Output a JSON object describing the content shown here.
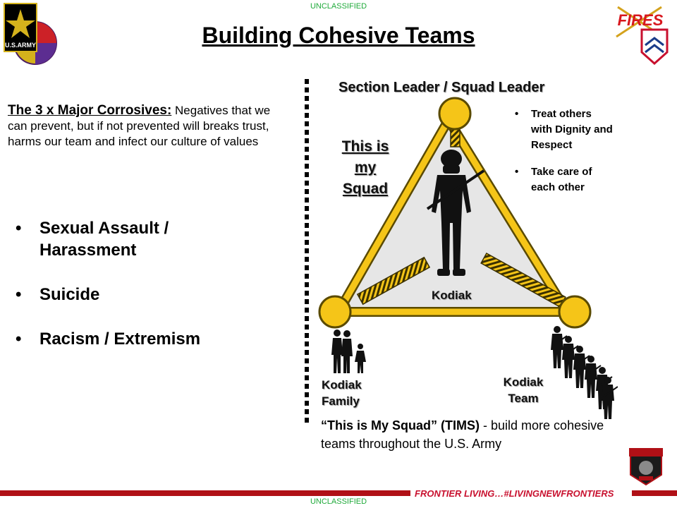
{
  "header": {
    "classification": "UNCLASSIFIED",
    "title": "Building Cohesive Teams",
    "army_logo_text": "U.S.ARMY",
    "fires_logo_text": "FIRES"
  },
  "left": {
    "corrosives_lead": "The 3 x Major Corrosives:",
    "corrosives_text": " Negatives that we can prevent, but if not prevented will breaks trust, harms our team and infect our culture of values",
    "items": [
      {
        "bullet": "•",
        "text": "Sexual Assault / Harassment"
      },
      {
        "bullet": "•",
        "text": "Suicide"
      },
      {
        "bullet": "•",
        "text": "Racism / Extremism"
      }
    ]
  },
  "diagram": {
    "top_label": "Section Leader / Squad Leader",
    "tims_line1": "This is",
    "tims_line2": "my",
    "tims_line3": "Squad",
    "right_bullets": [
      {
        "bullet": "•",
        "text": "Treat others with Dignity and Respect"
      },
      {
        "bullet": "•",
        "text": "Take care of each other"
      }
    ],
    "center_label": "Kodiak",
    "family_line1": "Kodiak",
    "family_line2": "Family",
    "team_line1": "Kodiak",
    "team_line2": "Team",
    "caption_bold": "“This is My Squad” (TIMS)",
    "caption_rest": " - build more cohesive teams throughout the U.S. Army",
    "colors": {
      "frame": "#f5c518",
      "frame_dark": "#5a4a00",
      "fill": "#e6e6e6"
    }
  },
  "footer": {
    "classification": "UNCLASSIFIED",
    "slogan": "FRONTIER LIVING…#LIVINGNEWFRONTIERS",
    "bar_color": "#b01016"
  },
  "icons": [
    "army-star-icon",
    "fires-logo-icon",
    "soldier-silhouette-icon",
    "family-silhouette-icon",
    "squad-silhouette-icon",
    "ada-patch-icon"
  ]
}
